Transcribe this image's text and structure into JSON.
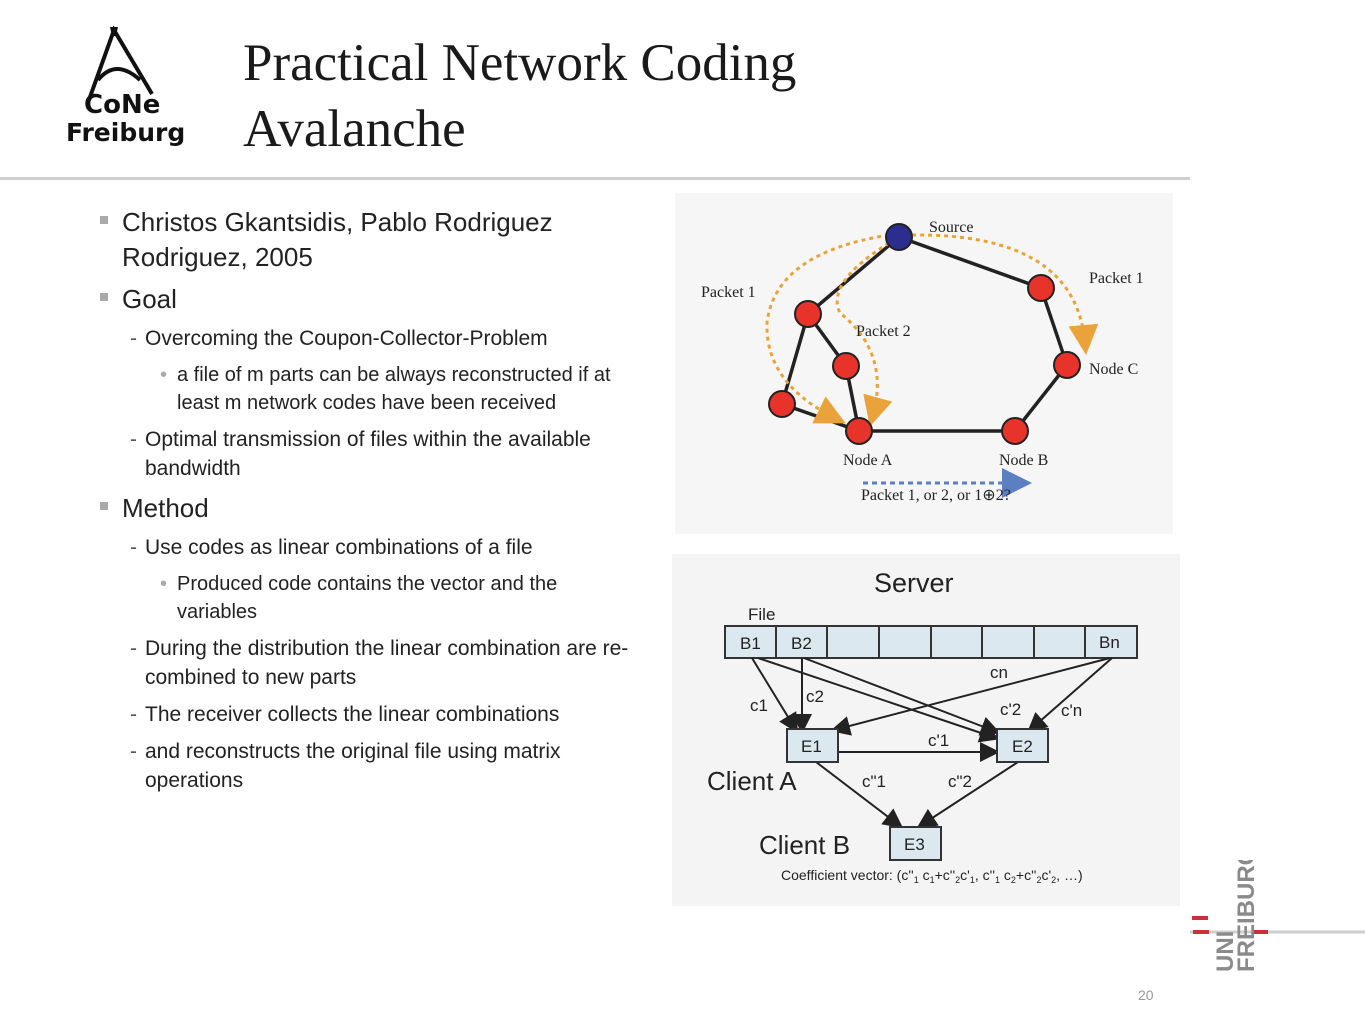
{
  "logo": {
    "line1": "CoNe",
    "line2": "Freiburg"
  },
  "title": {
    "line1": "Practical Network Coding",
    "line2": "Avalanche"
  },
  "bullets": [
    {
      "level": 1,
      "text": "Christos Gkantsidis, Pablo Rodriguez Rodriguez, 2005"
    },
    {
      "level": 1,
      "text": "Goal"
    },
    {
      "level": 2,
      "text": "Overcoming the Coupon-Collector-Problem"
    },
    {
      "level": 3,
      "text": "a file of m parts can be always reconstructed if at least m network codes have been received"
    },
    {
      "level": 2,
      "text": "Optimal transmission of files within the available bandwidth"
    },
    {
      "level": 1,
      "text": "Method"
    },
    {
      "level": 2,
      "text": "Use codes as linear combinations of a file"
    },
    {
      "level": 3,
      "text": "Produced code contains the vector and the variables"
    },
    {
      "level": 2,
      "text": "During the distribution the linear combination are re-combined to new parts"
    },
    {
      "level": 2,
      "text": "The receiver collects the linear combinations"
    },
    {
      "level": 2,
      "text": "and reconstructs the original file using matrix operations"
    }
  ],
  "fig1": {
    "source": "Source",
    "packet1_left": "Packet 1",
    "packet1_right": "Packet 1",
    "packet2": "Packet 2",
    "node_a": "Node A",
    "node_b": "Node B",
    "node_c": "Node C",
    "caption": "Packet 1, or 2, or 1⊕2?"
  },
  "fig2": {
    "server": "Server",
    "file": "File",
    "b1": "B1",
    "b2": "B2",
    "bn": "Bn",
    "c1": "c1",
    "c2": "c2",
    "cn": "cn",
    "cp2": "c'2",
    "cpn": "c'n",
    "cp1": "c'1",
    "e1": "E1",
    "e2": "E2",
    "e3": "E3",
    "cpp1": "c\"1",
    "cpp2": "c\"2",
    "client_a": "Client A",
    "client_b": "Client B",
    "coef_prefix": "Coefficient vector: (c''",
    "coef_s1": "1",
    "coef_t1": " c",
    "coef_s2": "1",
    "coef_t2": "+c''",
    "coef_s3": "2",
    "coef_t3": "c'",
    "coef_s4": "1",
    "coef_t4": ", c''",
    "coef_s5": "1",
    "coef_t5": " c",
    "coef_s6": "2",
    "coef_t6": "+c''",
    "coef_s7": "2",
    "coef_t7": "c'",
    "coef_s8": "2",
    "coef_t8": ", …)"
  },
  "uni_logo": {
    "line1": "UNI",
    "line2": "FREIBURG"
  },
  "page_number": "20",
  "colors": {
    "node_red": "#e8332a",
    "source_blue": "#2b2d8f",
    "arrow_orange": "#eaa33a",
    "arrow_blue": "#5b7fc0",
    "uni_red": "#c8303a"
  }
}
